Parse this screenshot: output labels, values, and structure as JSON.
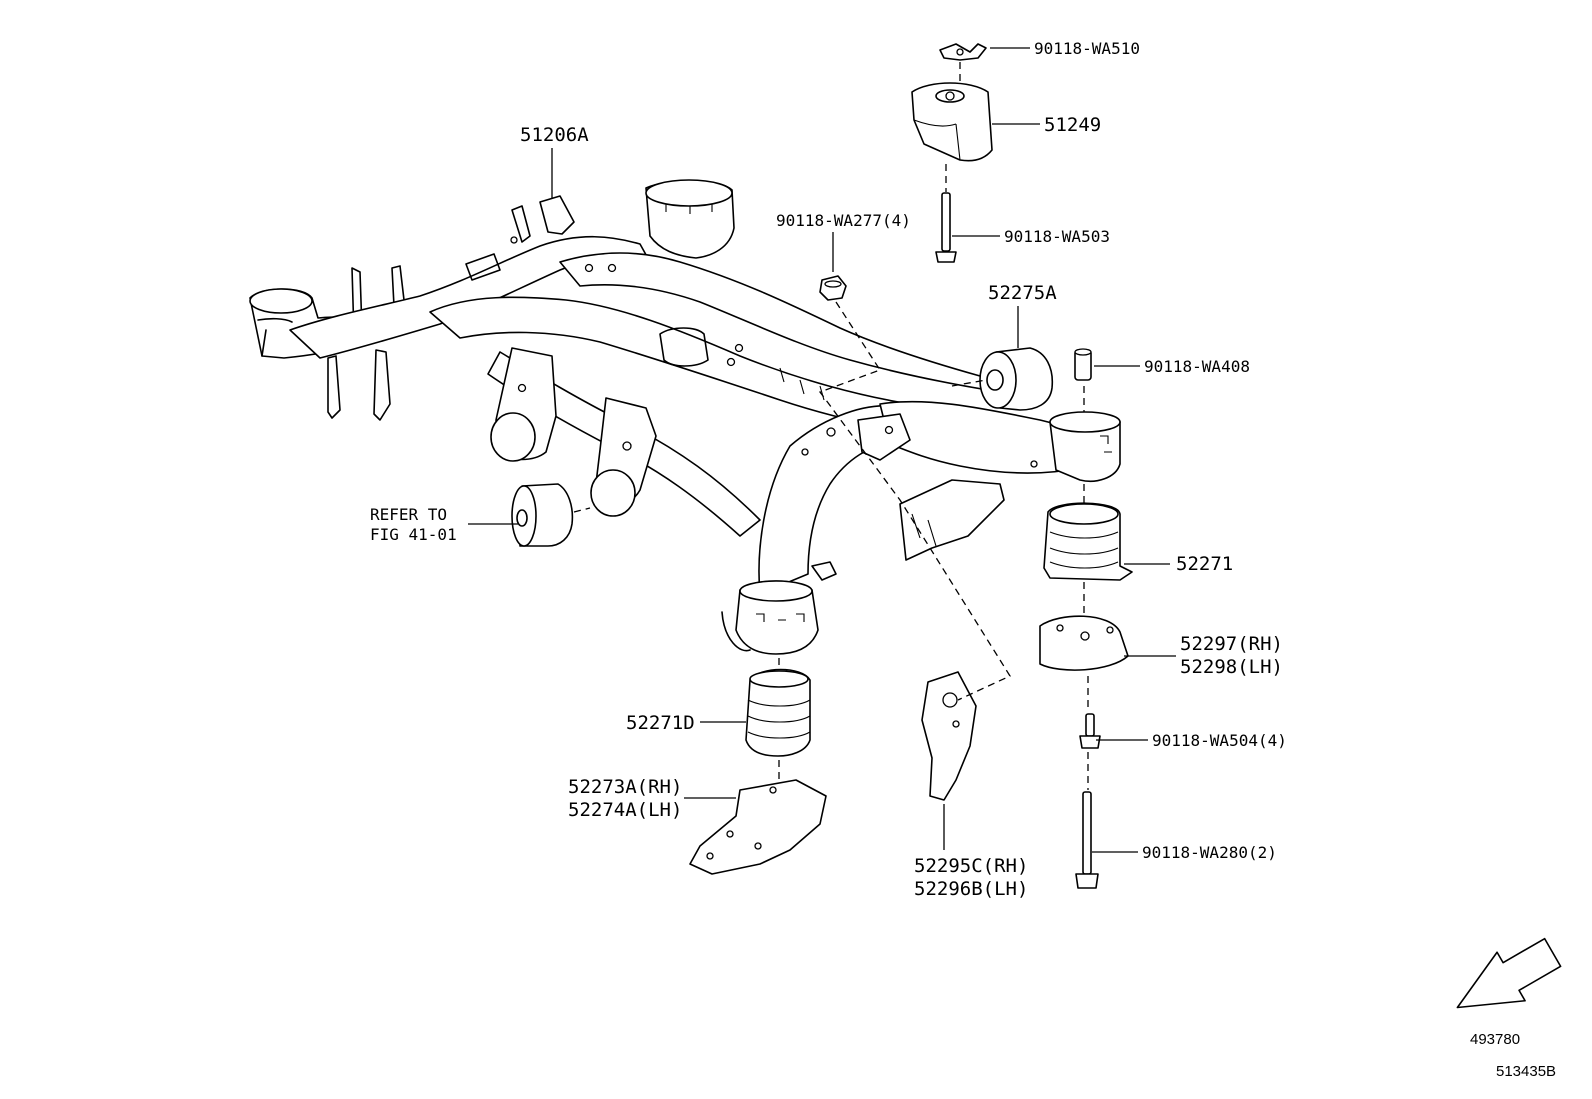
{
  "diagram": {
    "callouts": {
      "c51206A": "51206A",
      "c90118WA510": "90118-WA510",
      "c51249": "51249",
      "c90118WA277": "90118-WA277(4)",
      "c90118WA503": "90118-WA503",
      "c52275A": "52275A",
      "c90118WA408": "90118-WA408",
      "refer_line1": "REFER TO",
      "refer_line2": "FIG 41-01",
      "c52271": "52271",
      "c52297": "52297(RH)",
      "c52298": "52298(LH)",
      "c52271D": "52271D",
      "c90118WA504": "90118-WA504(4)",
      "c52273A": "52273A(RH)",
      "c52274A": "52274A(LH)",
      "c52295C": "52295C(RH)",
      "c52296B": "52296B(LH)",
      "c90118WA280": "90118-WA280(2)"
    },
    "illustration_id": "493780",
    "drawing_id": "513435B",
    "direction_arrow": "front-direction-arrow-icon"
  }
}
